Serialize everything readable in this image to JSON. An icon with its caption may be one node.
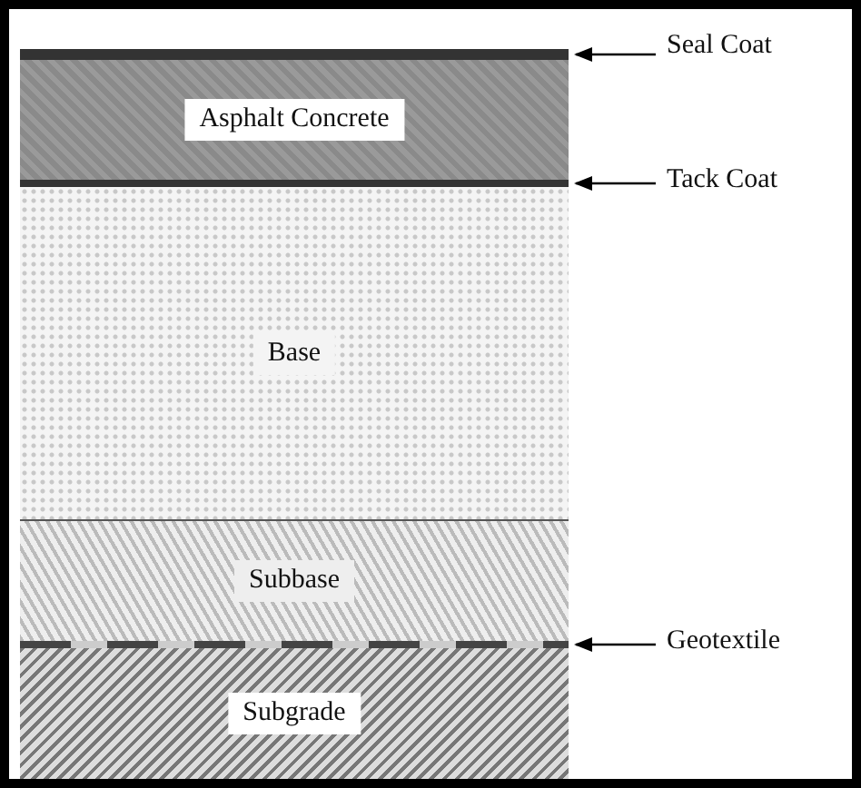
{
  "diagram": {
    "nodes": [
      {
        "text": [],
        "shape": "bar"
      },
      {
        "text": [
          "Seal Coat"
        ]
      },
      {
        "text": [
          "Asphalt Concrete"
        ]
      },
      {
        "text": [],
        "shape": "bar"
      },
      {
        "text": [
          "Tack Coat"
        ]
      },
      {
        "text": [
          "Base"
        ]
      },
      {
        "text": [
          "Subbase"
        ]
      },
      {
        "text": [],
        "shape": "bar"
      },
      {
        "text": [
          "Geotextile"
        ]
      },
      {
        "text": [
          "Subgrade"
        ]
      }
    ],
    "edges": [
      {
        "from": 1,
        "to": 0,
        "arrow": "to"
      },
      {
        "from": 4,
        "to": 3,
        "arrow": "to"
      },
      {
        "from": 8,
        "to": 7,
        "arrow": "to"
      }
    ]
  }
}
